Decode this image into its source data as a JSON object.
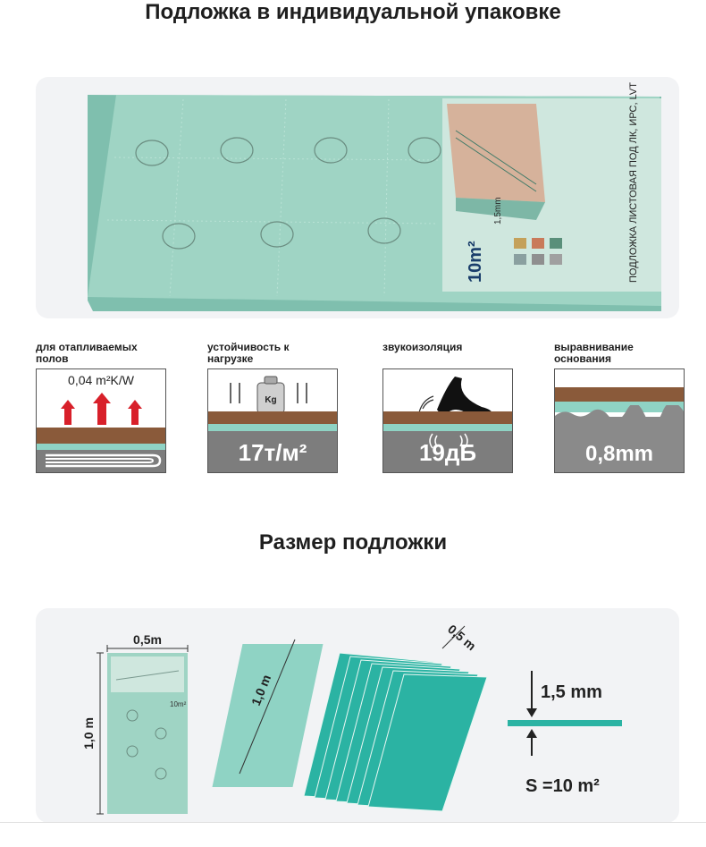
{
  "headings": {
    "packaging": "Подложка в индивидуальной упаковке",
    "size": "Размер подложки"
  },
  "product": {
    "side_title": "ПОДЛОЖКА ЛИСТОВАЯ ПОД ЛК, ИРС, LVT",
    "thickness_label": "1,5mm",
    "area_label": "10m²"
  },
  "features": [
    {
      "label": "для отапливаемых полов",
      "value": "0,04 m²K/W"
    },
    {
      "label": "устойчивость к нагрузке",
      "value": "17т/м²",
      "weight": "Kg"
    },
    {
      "label": "звукоизоляция",
      "value": "19дБ"
    },
    {
      "label": "выравнивание основания",
      "value": "0,8mm"
    }
  ],
  "dimensions": {
    "width": "0,5m",
    "height": "1,0 m",
    "stack_length": "1,0 m",
    "stack_width": "0,5 m",
    "thickness": "1,5 mm",
    "area": "S =10 m²",
    "sheet_area": "10m²"
  }
}
